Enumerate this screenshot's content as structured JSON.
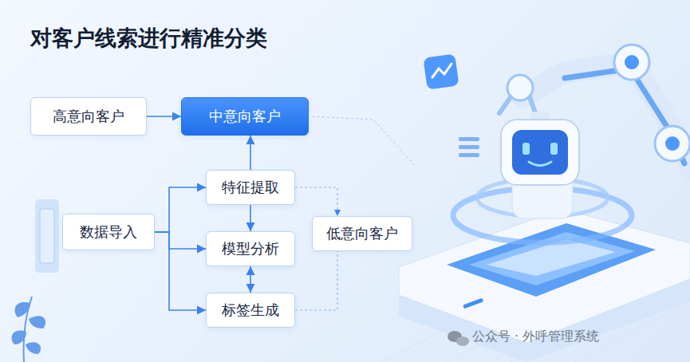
{
  "diagram": {
    "title": "对客户线索进行精准分类",
    "nodes": [
      {
        "text": [
          "高意向客户"
        ]
      },
      {
        "text": [
          "中意向客户"
        ]
      },
      {
        "text": [
          "特征提取"
        ]
      },
      {
        "text": [
          "数据导入"
        ]
      },
      {
        "text": [
          "低意向客户"
        ]
      },
      {
        "text": [
          "模型分析"
        ]
      },
      {
        "text": [
          "标签生成"
        ]
      }
    ],
    "edges": [
      {
        "from": 0,
        "to": 1,
        "arrow": "to"
      },
      {
        "from": 2,
        "to": 1,
        "arrow": "to"
      },
      {
        "from": 3,
        "to": 2,
        "arrow": "to"
      },
      {
        "from": 3,
        "to": 5,
        "arrow": "to"
      },
      {
        "from": 3,
        "to": 6,
        "arrow": "to"
      },
      {
        "from": 2,
        "to": 5,
        "arrow": "to"
      },
      {
        "from": 5,
        "to": 6,
        "arrow": "both"
      },
      {
        "from": 2,
        "to": 4,
        "arrow": "to"
      },
      {
        "from": 6,
        "to": 4,
        "arrow": "none"
      }
    ],
    "labels": [
      "公众号 · 外呼管理系统"
    ]
  }
}
